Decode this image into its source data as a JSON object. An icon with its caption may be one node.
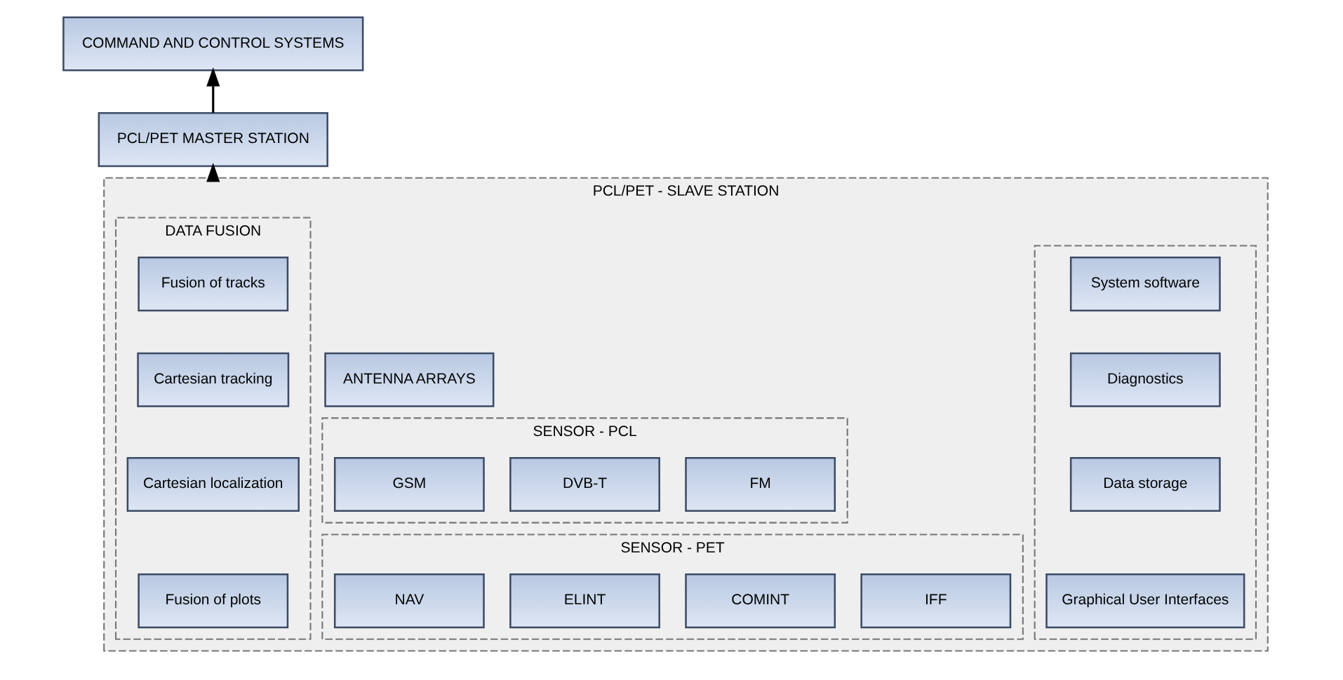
{
  "diagram": {
    "nodes": [
      {
        "text": [
          "COMMAND AND CONTROL SYSTEMS"
        ]
      },
      {
        "text": [
          "PCL/PET MASTER STATION"
        ]
      },
      {
        "text": [
          "PCL/PET - SLAVE STATION"
        ]
      },
      {
        "text": [
          "DATA FUSION"
        ],
        "in": 2
      },
      {
        "text": [
          "Fusion of tracks"
        ],
        "in": 3
      },
      {
        "text": [
          "Cartesian tracking"
        ],
        "in": 3
      },
      {
        "text": [
          "Cartesian localization"
        ],
        "in": 3
      },
      {
        "text": [
          "Fusion of plots"
        ],
        "in": 3
      },
      {
        "text": [
          "ANTENNA ARRAYS"
        ],
        "in": 2
      },
      {
        "text": [
          "SENSOR - PCL"
        ],
        "in": 2
      },
      {
        "text": [
          "GSM"
        ],
        "in": 9
      },
      {
        "text": [
          "DVB-T"
        ],
        "in": 9
      },
      {
        "text": [
          "FM"
        ],
        "in": 9
      },
      {
        "text": [
          "SENSOR - PET"
        ],
        "in": 2
      },
      {
        "text": [
          "NAV"
        ],
        "in": 13
      },
      {
        "text": [
          "ELINT"
        ],
        "in": 13
      },
      {
        "text": [
          "COMINT"
        ],
        "in": 13
      },
      {
        "text": [
          "IFF"
        ],
        "in": 13
      },
      {
        "text": [],
        "shape": "box",
        "in": 2
      },
      {
        "text": [
          "System software"
        ],
        "in": 18
      },
      {
        "text": [
          "Diagnostics"
        ],
        "in": 18
      },
      {
        "text": [
          "Data storage"
        ],
        "in": 18
      },
      {
        "text": [
          "Graphical User Interfaces"
        ],
        "in": 18
      }
    ],
    "edges": [
      {
        "from": 1,
        "to": 0,
        "arrow": "to"
      },
      {
        "from": 2,
        "to": 1,
        "arrow": "to"
      }
    ]
  }
}
